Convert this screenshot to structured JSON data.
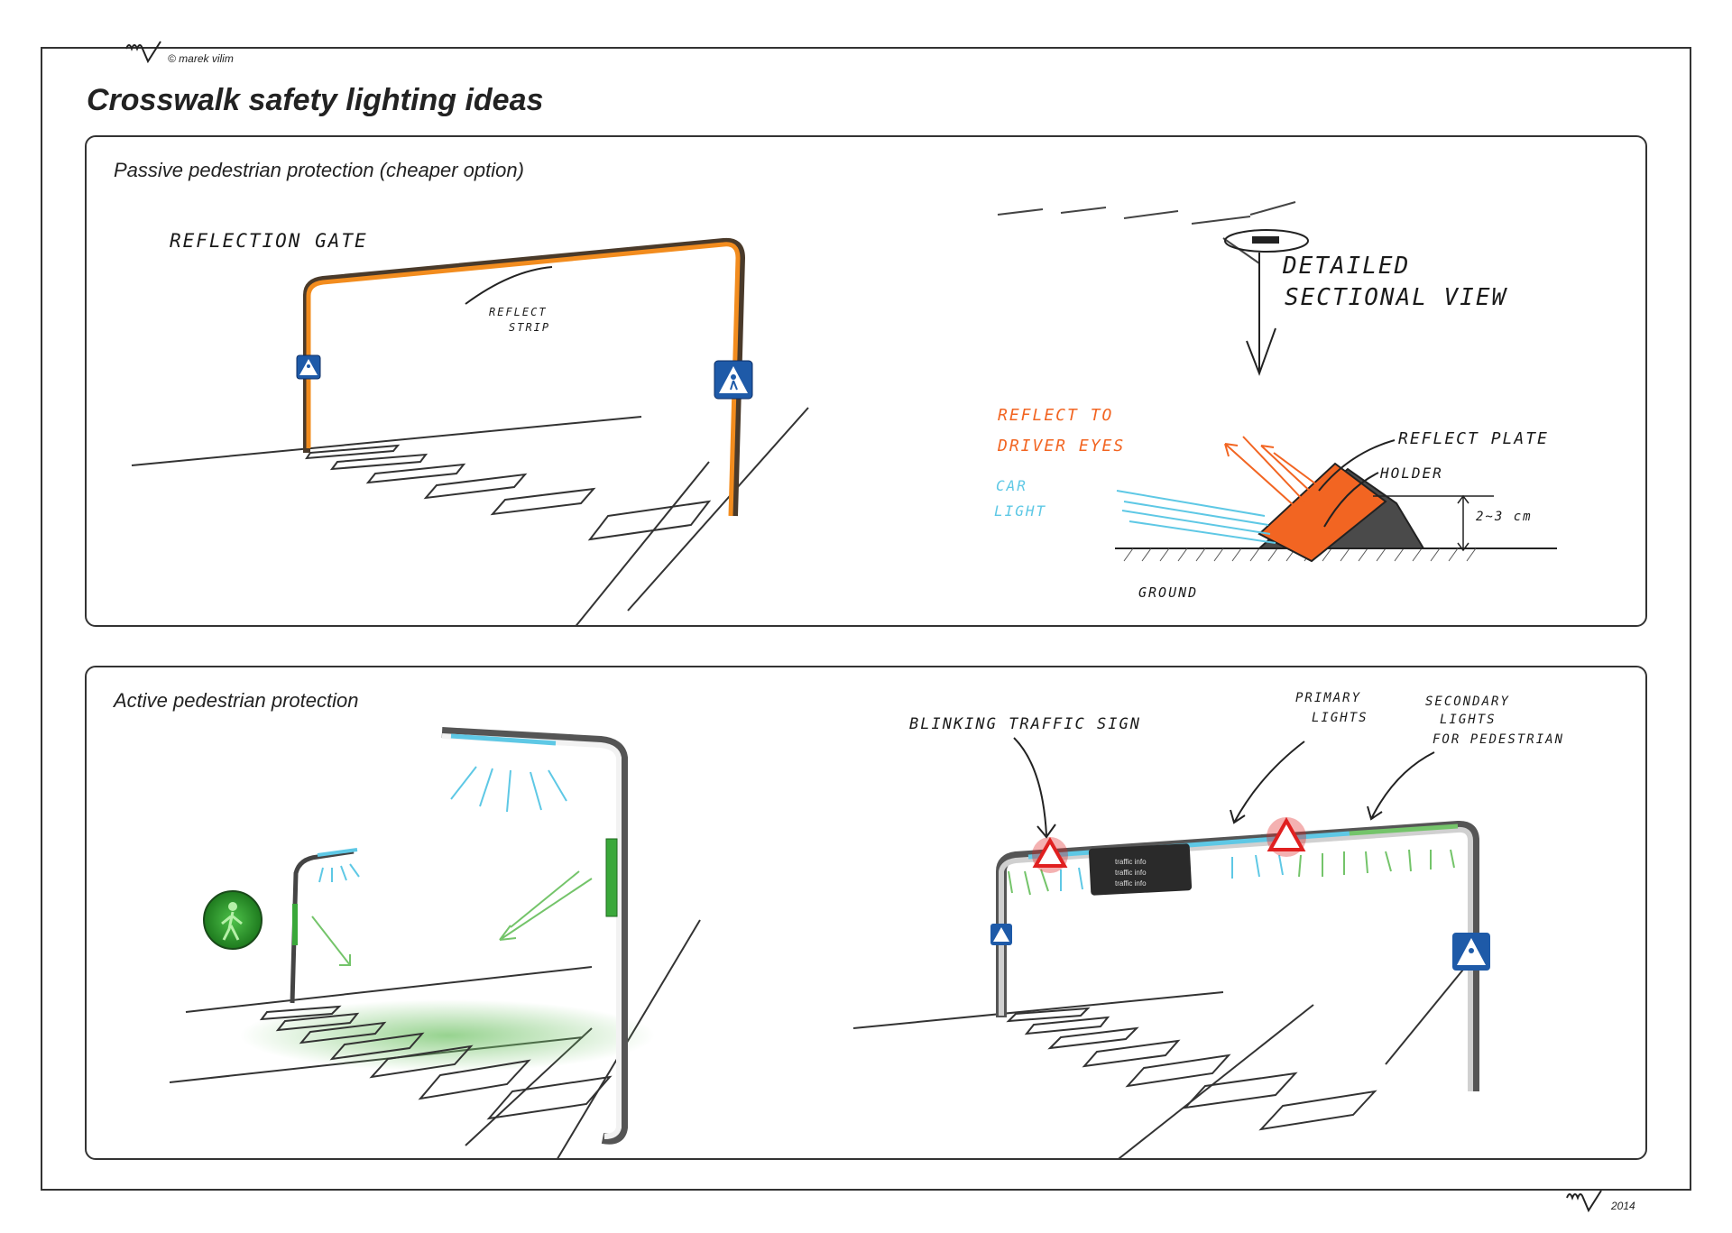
{
  "header": {
    "copyright": "© marek vilim",
    "title": "Crosswalk safety lighting ideas"
  },
  "passive": {
    "title": "Passive pedestrian protection (cheaper option)",
    "labels": {
      "reflection_gate": "REFLECTION   GATE",
      "reflect_strip_1": "REFLECT",
      "reflect_strip_2": "STRIP",
      "detailed_1": "DETAILED",
      "detailed_2": "SECTIONAL VIEW",
      "reflect_to_1": "REFLECT TO",
      "reflect_to_2": "DRIVER EYES",
      "reflect_plate": "REFLECT PLATE",
      "holder": "HOLDER",
      "car_1": "CAR",
      "car_2": "LIGHT",
      "height": "2~3 cm",
      "ground": "GROUND"
    }
  },
  "active": {
    "title": "Active pedestrian protection",
    "labels": {
      "blinking": "BLINKING  TRAFFIC  SIGN",
      "primary_1": "PRIMARY",
      "primary_2": "LIGHTS",
      "secondary_1": "SECONDARY",
      "secondary_2": "LIGHTS",
      "secondary_3": "FOR PEDESTRIAN",
      "info_1": "traffic info",
      "info_2": "traffic info",
      "info_3": "traffic info"
    }
  },
  "footer": {
    "year": "2014"
  },
  "colors": {
    "orange": "#f28c1e",
    "orange_bright": "#f26522",
    "blue_sign": "#1e5aa8",
    "cyan": "#5ec8e5",
    "green": "#3aa83a",
    "green_glow": "#74c46a",
    "red_sign": "#e02020",
    "dark": "#333333"
  },
  "icons": [
    "pedestrian-crossing-sign-icon",
    "pedestrian-walk-signal-icon",
    "warning-triangle-icon",
    "arrow-icon"
  ]
}
